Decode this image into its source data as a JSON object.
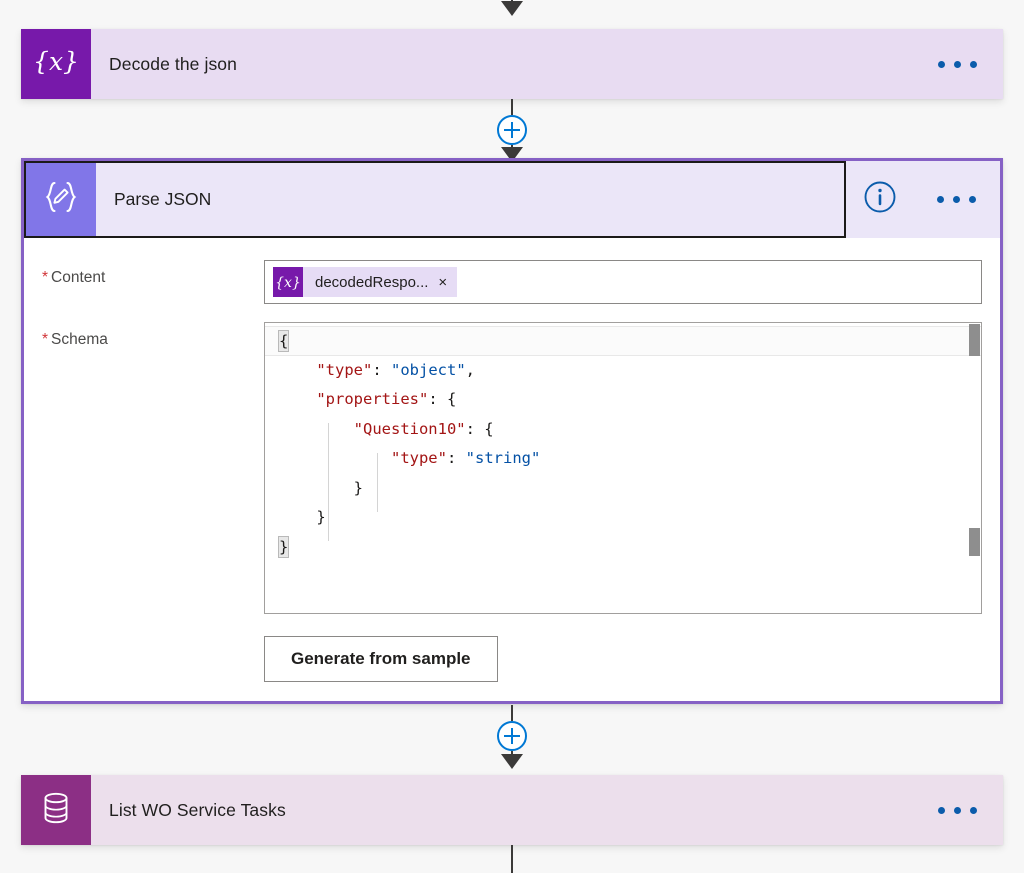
{
  "flow": {
    "steps": [
      {
        "id": "decode-the-json",
        "title": "Decode the json",
        "icon": "expression-braces-x-icon",
        "icon_bg": "#7719aa",
        "card_bg": "#e8dcf2",
        "state": "collapsed",
        "menu_label": "..."
      },
      {
        "id": "parse-json",
        "title": "Parse JSON",
        "icon": "expression-braces-pencil-icon",
        "icon_bg": "#8176e8",
        "card_bg": "#ebe6f8",
        "state": "expanded",
        "selected": true,
        "menu_label": "...",
        "info_label": "i"
      },
      {
        "id": "list-wo-service-tasks",
        "title": "List WO Service Tasks",
        "icon": "database-icon",
        "icon_bg": "#8c2f85",
        "card_bg": "#ecdfec",
        "state": "collapsed",
        "menu_label": "..."
      }
    ],
    "add_step_label": "+",
    "connector_color": "#3b3a39",
    "accent_color": "#0078d4",
    "selection_border_color": "#8661c5"
  },
  "parse_json_form": {
    "content_field": {
      "label": "Content",
      "required_marker": "*",
      "token": {
        "icon": "expression-braces-x-icon",
        "text": "decodedRespo...",
        "remove_label": "×"
      }
    },
    "schema_field": {
      "label": "Schema",
      "required_marker": "*",
      "code_lines": [
        {
          "indent": 0,
          "segments": [
            {
              "text": "{",
              "type": "punc",
              "bracket_match": true
            }
          ],
          "active": true
        },
        {
          "indent": 1,
          "segments": [
            {
              "text": "\"type\"",
              "type": "key"
            },
            {
              "text": ": ",
              "type": "punc"
            },
            {
              "text": "\"object\"",
              "type": "str"
            },
            {
              "text": ",",
              "type": "punc"
            }
          ]
        },
        {
          "indent": 1,
          "segments": [
            {
              "text": "\"properties\"",
              "type": "key"
            },
            {
              "text": ": {",
              "type": "punc"
            }
          ]
        },
        {
          "indent": 2,
          "segments": [
            {
              "text": "\"Question10\"",
              "type": "key"
            },
            {
              "text": ": {",
              "type": "punc"
            }
          ]
        },
        {
          "indent": 3,
          "segments": [
            {
              "text": "\"type\"",
              "type": "key"
            },
            {
              "text": ": ",
              "type": "punc"
            },
            {
              "text": "\"string\"",
              "type": "str"
            }
          ]
        },
        {
          "indent": 2,
          "segments": [
            {
              "text": "}",
              "type": "punc"
            }
          ]
        },
        {
          "indent": 1,
          "segments": [
            {
              "text": "}",
              "type": "punc"
            }
          ]
        },
        {
          "indent": 0,
          "segments": [
            {
              "text": "}",
              "type": "punc",
              "bracket_match": true
            }
          ]
        }
      ]
    },
    "generate_button": {
      "label": "Generate from sample"
    }
  }
}
